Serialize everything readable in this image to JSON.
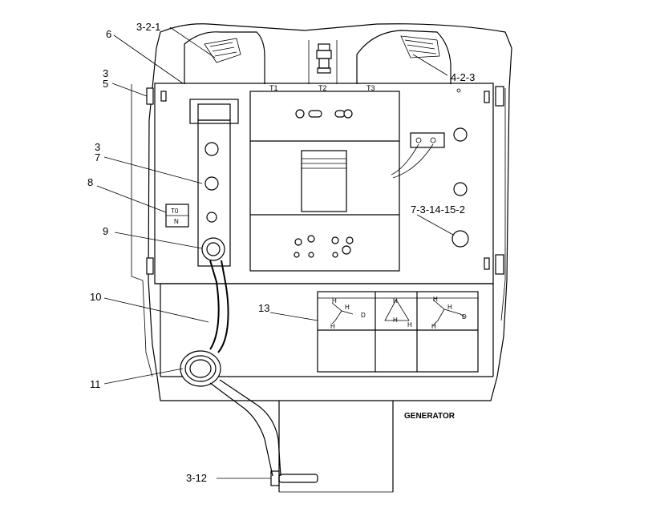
{
  "diagram": {
    "callouts": {
      "c_3_2_1": "3-2-1",
      "c_6": "6",
      "c_3a": "3",
      "c_5": "5",
      "c_4_2_3": "4-2-3",
      "c_3b": "3",
      "c_7": "7",
      "c_8": "8",
      "c_9": "9",
      "c_7_3_14": "7-3-14-15-2",
      "c_10": "10",
      "c_13": "13",
      "c_11": "11",
      "c_3_12": "3-12"
    },
    "terminals": {
      "t1": "T1",
      "t2": "T2",
      "t3": "T3"
    },
    "tag": {
      "line1": "T0",
      "line2": "N"
    },
    "wiring": {
      "h1": "H",
      "h2": "H",
      "d": "D",
      "h3": "H",
      "h4": "H",
      "h5": "H",
      "h6": "H",
      "d2": "D",
      "h7": "H"
    },
    "generator_label": "GENERATOR"
  }
}
